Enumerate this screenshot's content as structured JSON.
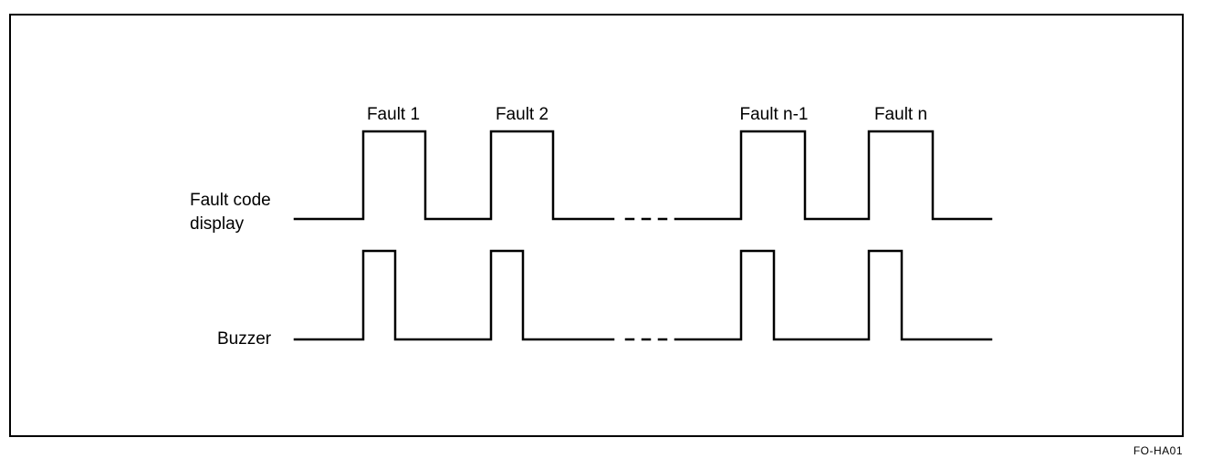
{
  "labels": {
    "fault_1": "Fault 1",
    "fault_2": "Fault 2",
    "fault_n_minus_1": "Fault n-1",
    "fault_n": "Fault n",
    "row_display_line1": "Fault code",
    "row_display_line2": "display",
    "row_buzzer": "Buzzer"
  },
  "figure_code": "FO-HA01"
}
